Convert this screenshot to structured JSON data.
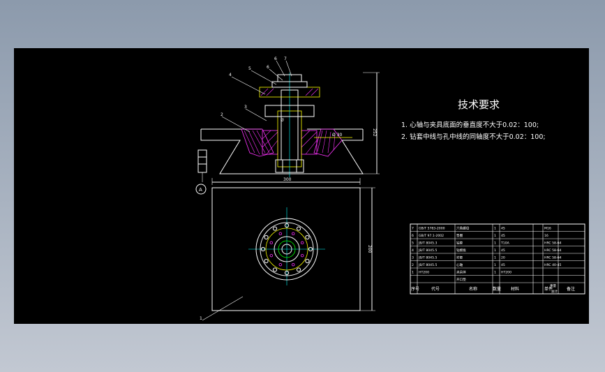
{
  "notes": {
    "title": "技术要求",
    "items": [
      "1. 心轴与夹具底面的垂直度不大于0.02：100;",
      "2. 钻套中线与孔中线的同轴度不大于0.02：100;"
    ]
  },
  "balloons": [
    "1",
    "2",
    "3",
    "4",
    "5",
    "6",
    "7"
  ],
  "datum": {
    "label": "A"
  },
  "dimensions": {
    "plan_width": "300",
    "plan_height": "200",
    "section_height": "252",
    "bore": "Ø 30",
    "inner": "Ø"
  },
  "bom": {
    "rows": [
      [
        "7",
        "GB/T 5783-2000",
        "六角螺母",
        "1",
        "45",
        "",
        "M16"
      ],
      [
        "6",
        "GB/T 97.1-2002",
        "垫圈",
        "1",
        "45",
        "",
        "16"
      ],
      [
        "5",
        "JB/T 8045.3",
        "钻套",
        "1",
        "T10A",
        "",
        "HRC 58-64"
      ],
      [
        "4",
        "JB/T 8045.5",
        "钻模板",
        "1",
        "45",
        "",
        "HRC 58-64"
      ],
      [
        "3",
        "JB/T 8045.5",
        "衬套",
        "1",
        "20",
        "",
        "HRC 58-64"
      ],
      [
        "2",
        "JB/T 8045.5",
        "心轴",
        "1",
        "45",
        "",
        "HRC 40-45"
      ],
      [
        "1",
        "HT200",
        "夹具体",
        "1",
        "HT200",
        "",
        ""
      ],
      [
        "",
        "",
        "开口垫",
        "",
        "",
        "",
        ""
      ]
    ],
    "header": {
      "no": "序号",
      "code": "代号",
      "name": "名称",
      "qty": "数量",
      "material": "材料",
      "w1": "单件",
      "w2": "总计",
      "weight": "重量",
      "remark": "备注"
    }
  }
}
